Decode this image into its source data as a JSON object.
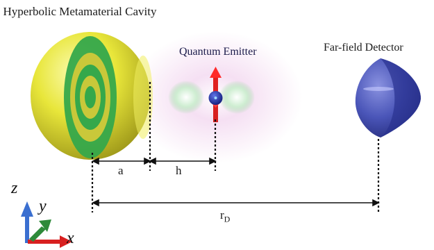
{
  "labels": {
    "cavity": "Hyperbolic Metamaterial Cavity",
    "emitter": "Quantum Emitter",
    "detector": "Far-field Detector"
  },
  "dimensions": {
    "a": "a",
    "h": "h",
    "rd_main": "r",
    "rd_sub": "D"
  },
  "axes": {
    "z": "z",
    "y": "y",
    "x": "x"
  },
  "colors": {
    "cavity_shell": "#e8e63a",
    "cavity_rings": "#2fa84a",
    "emitter_dot": "#1a2a9a",
    "dipole_arrow": "#e02020",
    "detector": "#4a55b8",
    "field_glow": "#e6b3e0",
    "axis_z": "#3a6fd0",
    "axis_y": "#2e8a3a",
    "axis_x": "#d82020"
  },
  "icons": [
    "hyperbolic-cavity-sphere",
    "quantum-emitter-dipole",
    "far-field-detector-dome",
    "xyz-axes"
  ]
}
